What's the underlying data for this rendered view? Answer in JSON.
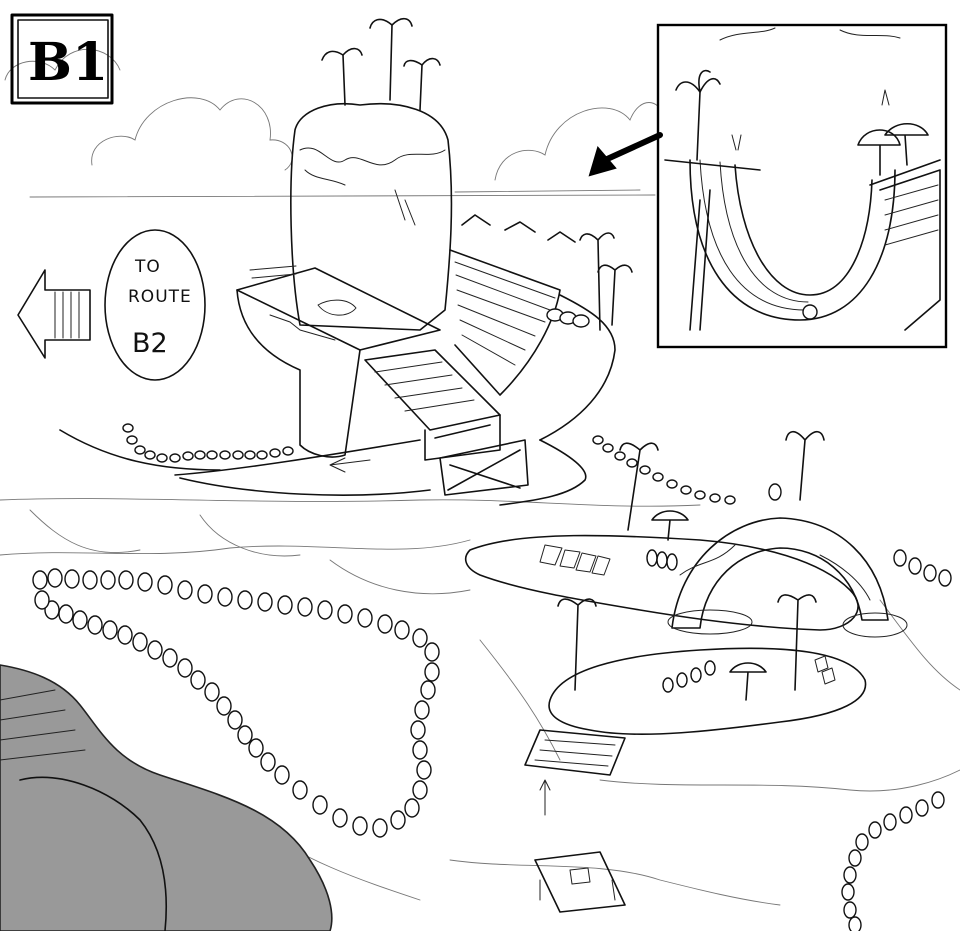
{
  "stage": {
    "badge": "B1",
    "route_sign": {
      "line1": "TO",
      "line2": "ROUTE",
      "line3": "B2"
    }
  }
}
